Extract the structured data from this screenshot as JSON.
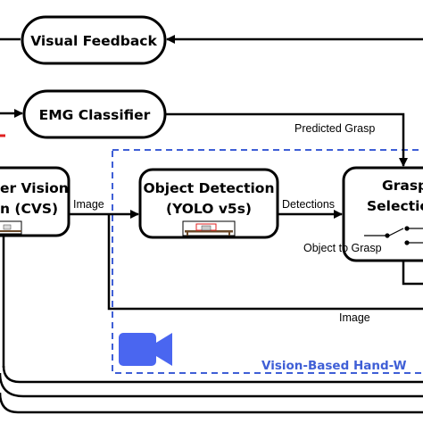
{
  "diagram": {
    "nodes": {
      "visual_feedback": "Visual Feedback",
      "emg_classifier": "EMG Classifier",
      "cvs_line1": "er Vision",
      "cvs_line2": "n (CVS)",
      "object_detection_line1": "Object Detection",
      "object_detection_line2": "(YOLO v5s)",
      "grasp_line1": "Grasp",
      "grasp_line2": "Selectio"
    },
    "edges": {
      "predicted_grasp": "Predicted Grasp",
      "image_top": "Image",
      "detections": "Detections",
      "object_to_grasp": "Object to Grasp",
      "image_bottom": "Image"
    },
    "region_caption": "Vision-Based  Hand-W",
    "icons": [
      "video-camera-icon",
      "table-scene-icon",
      "detected-object-icon",
      "switch-icon"
    ],
    "colors": {
      "region_border": "#3f5fd6",
      "caption": "#3f5fd6",
      "camera": "#4a66f0",
      "detection_box": "#e02020",
      "accent_line": "#e02020"
    }
  }
}
